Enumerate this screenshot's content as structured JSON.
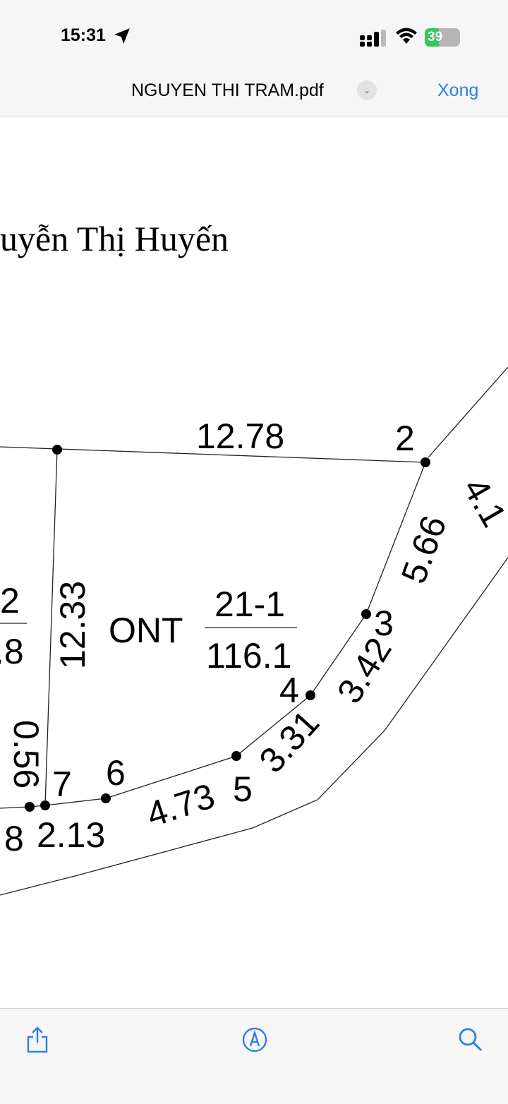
{
  "status_bar": {
    "time": "15:31",
    "battery": "39",
    "icons": [
      "location-arrow-icon",
      "cellular-signal-icon",
      "wifi-icon",
      "battery-charging-icon"
    ],
    "battery_color": "#34c759"
  },
  "nav": {
    "title": "NGUYEN THI TRAM.pdf",
    "done_label": "Xong",
    "accent": "#2f7ee6"
  },
  "document": {
    "heading": "uyễn Thị Huyến",
    "parcel": {
      "land_type": "ONT",
      "number": "21-1",
      "area": "116.1"
    },
    "left_parcel": {
      "number": "2",
      "area": ".8"
    },
    "edge_lengths": {
      "top": "12.78",
      "left": "12.33",
      "e2_3": "5.66",
      "e3_4": "3.42",
      "e4_5": "3.31",
      "e5_6": "4.73",
      "e7_8_side": "2.13",
      "e8_up": "0.56",
      "right_edge": "4.1"
    },
    "vertices": [
      "2",
      "3",
      "4",
      "5",
      "6",
      "7",
      "8"
    ]
  },
  "toolbar": {
    "icons": [
      "share-icon",
      "markup-icon",
      "search-icon"
    ]
  }
}
